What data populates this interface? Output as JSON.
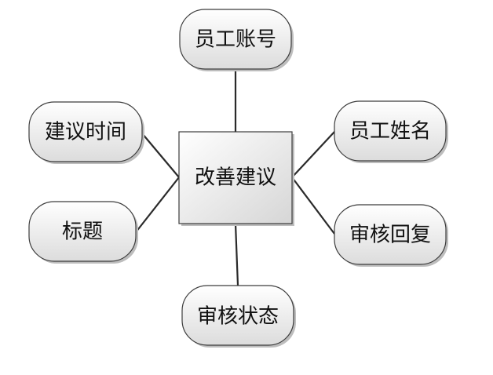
{
  "entity": {
    "label": "改善建议"
  },
  "attributes": [
    {
      "id": "attr-employee-account",
      "label": "员工账号"
    },
    {
      "id": "attr-suggestion-time",
      "label": "建议时间"
    },
    {
      "id": "attr-title",
      "label": "标题"
    },
    {
      "id": "attr-employee-name",
      "label": "员工姓名"
    },
    {
      "id": "attr-review-reply",
      "label": "审核回复"
    },
    {
      "id": "attr-review-status",
      "label": "审核状态"
    }
  ],
  "colors": {
    "node_fill_light": "#ffffff",
    "node_fill_dark": "#dcdcdc",
    "node_stroke": "#3c3c3c",
    "shadow": "#bdbdbd",
    "edge": "#2a2a2a",
    "text": "#111111"
  }
}
